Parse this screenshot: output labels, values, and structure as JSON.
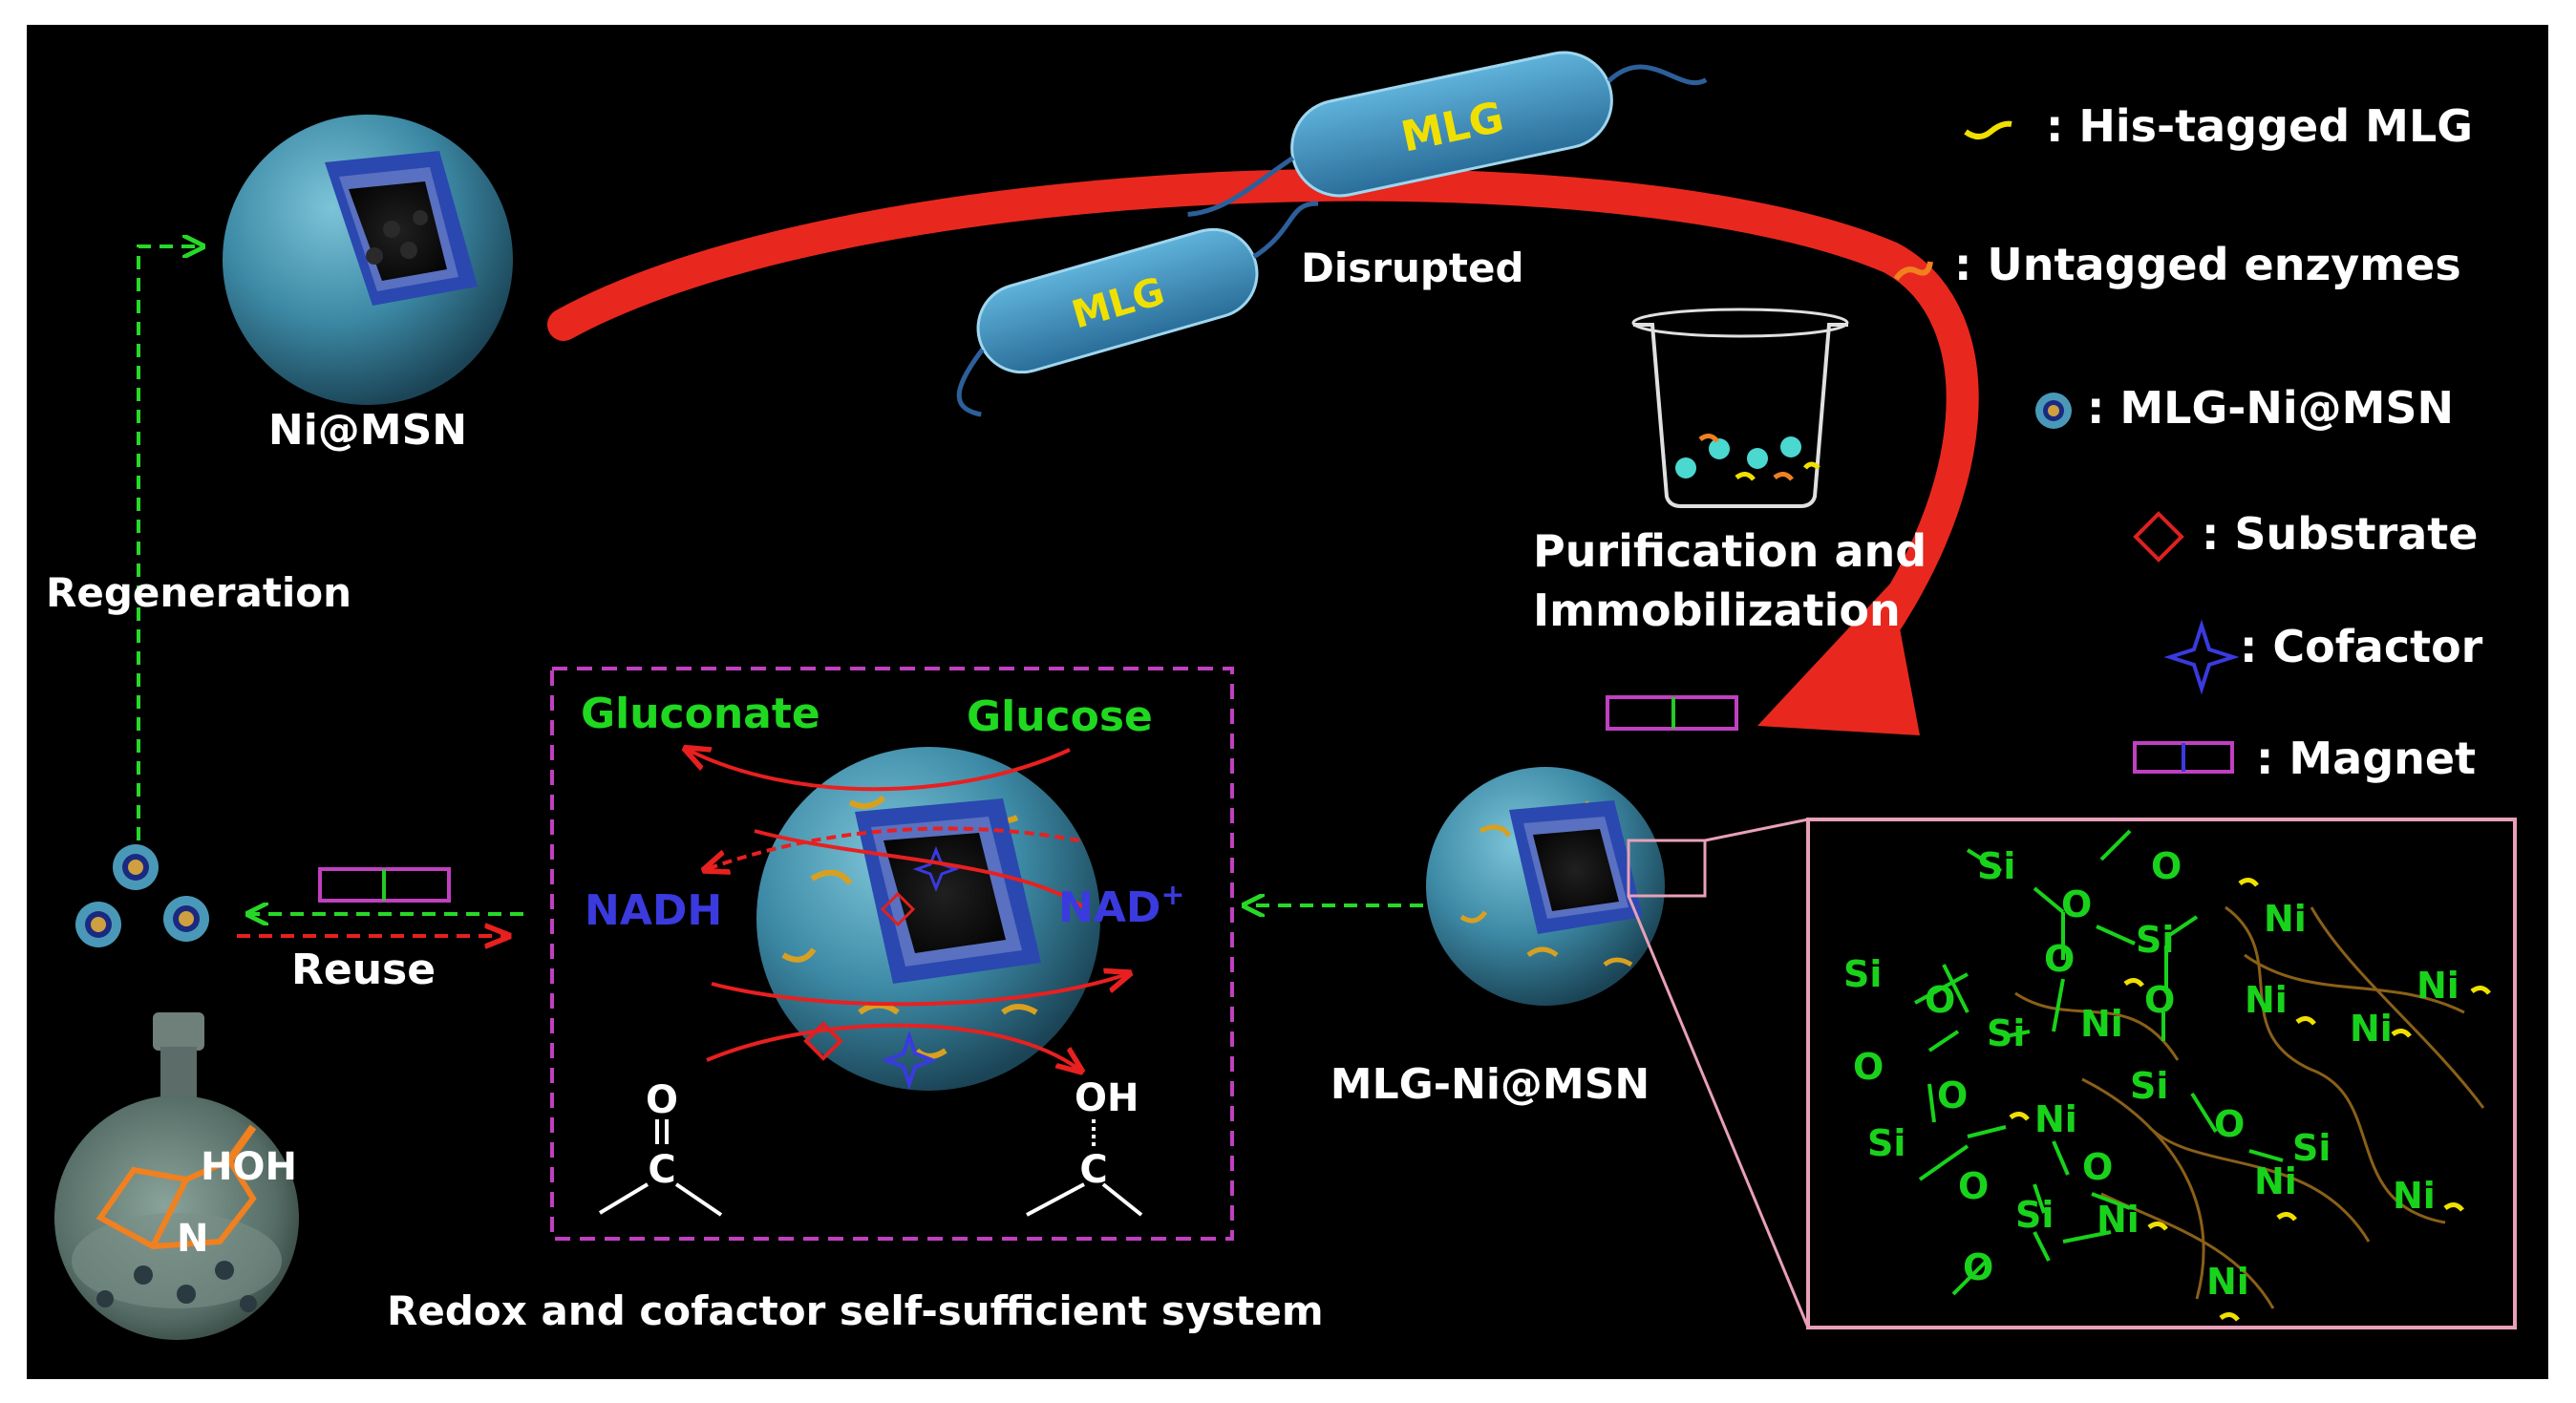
{
  "labels": {
    "ni_msn": "Ni@MSN",
    "regeneration": "Regeneration",
    "disrupted": "Disrupted",
    "mlg": "MLG",
    "purification_line1": "Purification and",
    "purification_line2": "Immobilization",
    "mlg_ni_msn": "MLG-Ni@MSN",
    "reuse": "Reuse",
    "gluconate": "Gluconate",
    "glucose": "Glucose",
    "nadh": "NADH",
    "nad": "NAD",
    "nad_sup": "+",
    "ketone_o": "O",
    "ketone_c": "C",
    "alcohol_oh": "OH",
    "alcohol_c": "C",
    "product_hoh": "HOH",
    "product_n": "N",
    "system": "Redox and cofactor self-sufficient system"
  },
  "legend": [
    {
      "text": ": His-tagged MLG",
      "icon": "his-tag-squiggle-icon"
    },
    {
      "text": ": Untagged enzymes",
      "icon": "untagged-squiggle-icon"
    },
    {
      "text": ": MLG-Ni@MSN",
      "icon": "nanoparticle-icon"
    },
    {
      "text": ": Substrate",
      "icon": "diamond-icon"
    },
    {
      "text": ": Cofactor",
      "icon": "star-icon"
    },
    {
      "text": ": Magnet",
      "icon": "magnet-icon"
    }
  ],
  "structure": {
    "si": "Si",
    "o": "O",
    "ni": "Ni"
  },
  "colors": {
    "background": "#000000",
    "arrow_red": "#e8281e",
    "dashed_green": "#28d828",
    "dashed_red": "#e82020",
    "box_magenta": "#c040c0",
    "zoom_box_pink": "#e8a0b8",
    "label_green": "#1fd81f",
    "label_blue": "#3a3adf",
    "substrate_red": "#e02020",
    "legend_yellow": "#f0e000",
    "legend_orange": "#f08020",
    "protein_brown": "#8a6018"
  }
}
